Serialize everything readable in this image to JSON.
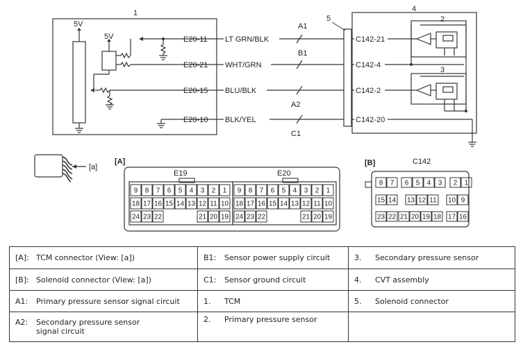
{
  "diagram": {
    "node_labels": {
      "tcm_box": "1",
      "cvt_box": "4",
      "sensor_primary": "2",
      "sensor_secondary": "3",
      "solenoid_conn": "5"
    },
    "supply_labels": {
      "tcm_5v_main": "5V",
      "tcm_5v_sub": "5V"
    },
    "wires": [
      {
        "tcm_pin": "E20-11",
        "color": "LT GRN/BLK",
        "circuit": "A1",
        "sol_pin": "C142-21"
      },
      {
        "tcm_pin": "E20-21",
        "color": "WHT/GRN",
        "circuit": "B1",
        "sol_pin": "C142-4"
      },
      {
        "tcm_pin": "E20-15",
        "color": "BLU/BLK",
        "circuit": "A2",
        "sol_pin": "C142-2"
      },
      {
        "tcm_pin": "E20-10",
        "color": "BLK/YEL",
        "circuit": "C1",
        "sol_pin": "C142-20"
      }
    ],
    "view_label": "[a]",
    "conn_a": {
      "tag": "[A]",
      "halves": [
        "E19",
        "E20"
      ]
    },
    "conn_b": {
      "tag": "[B]",
      "name": "C142"
    }
  },
  "legend": {
    "rows": [
      [
        {
          "key": "[A]:",
          "value": "TCM connector (View: [a])"
        },
        {
          "key": "B1:",
          "value": "Sensor power supply circuit"
        },
        {
          "key": "3.",
          "value": "Secondary pressure sensor"
        }
      ],
      [
        {
          "key": "[B]:",
          "value": "Solenoid connector (View: [a])"
        },
        {
          "key": "C1:",
          "value": "Sensor ground circuit"
        },
        {
          "key": "4.",
          "value": "CVT assembly"
        }
      ],
      [
        {
          "key": "A1:",
          "value": "Primary pressure sensor signal circuit"
        },
        {
          "key": "1.",
          "value": "TCM"
        },
        {
          "key": "5.",
          "value": "Solenoid connector"
        }
      ],
      [
        {
          "key": "A2:",
          "value": "Secondary pressure sensor signal circuit"
        },
        {
          "key": "2.",
          "value": "Primary pressure sensor"
        },
        {
          "key": "",
          "value": ""
        }
      ]
    ]
  }
}
